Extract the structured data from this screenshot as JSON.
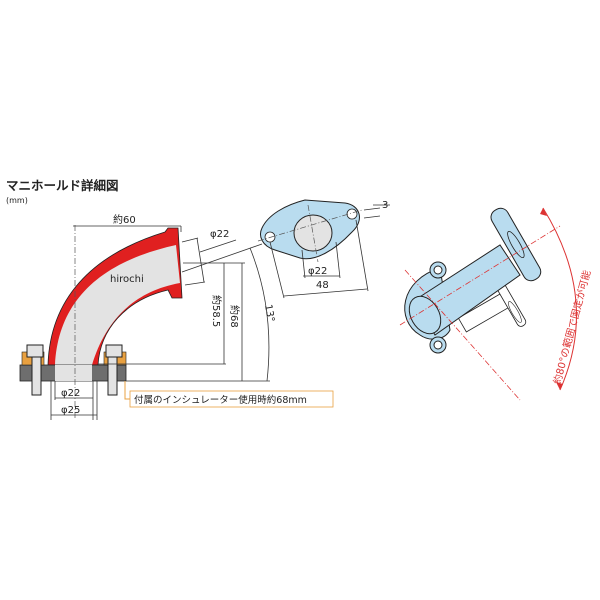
{
  "title": "マニホールド詳細図",
  "unit": "(mm)",
  "watermark": "hirochi",
  "side_view": {
    "width_label": "約60",
    "outlet_diameter": "φ22",
    "height_inner": "約58.5",
    "height_outer": "約68",
    "angle": "13°",
    "inlet_inner_diameter": "φ22",
    "inlet_outer_diameter": "φ25",
    "insulator_note": "付属のインシュレーター使用時約68mm"
  },
  "flange_view": {
    "thickness": "3",
    "bore_diameter": "φ22",
    "hole_pitch": "48"
  },
  "rotation_view": {
    "note": "約80°の範囲で固定が可能"
  },
  "colors": {
    "body_red": "#e02020",
    "part_blue": "#b9dcef",
    "note_red": "#d33333",
    "callout_orange": "#e8a040"
  }
}
